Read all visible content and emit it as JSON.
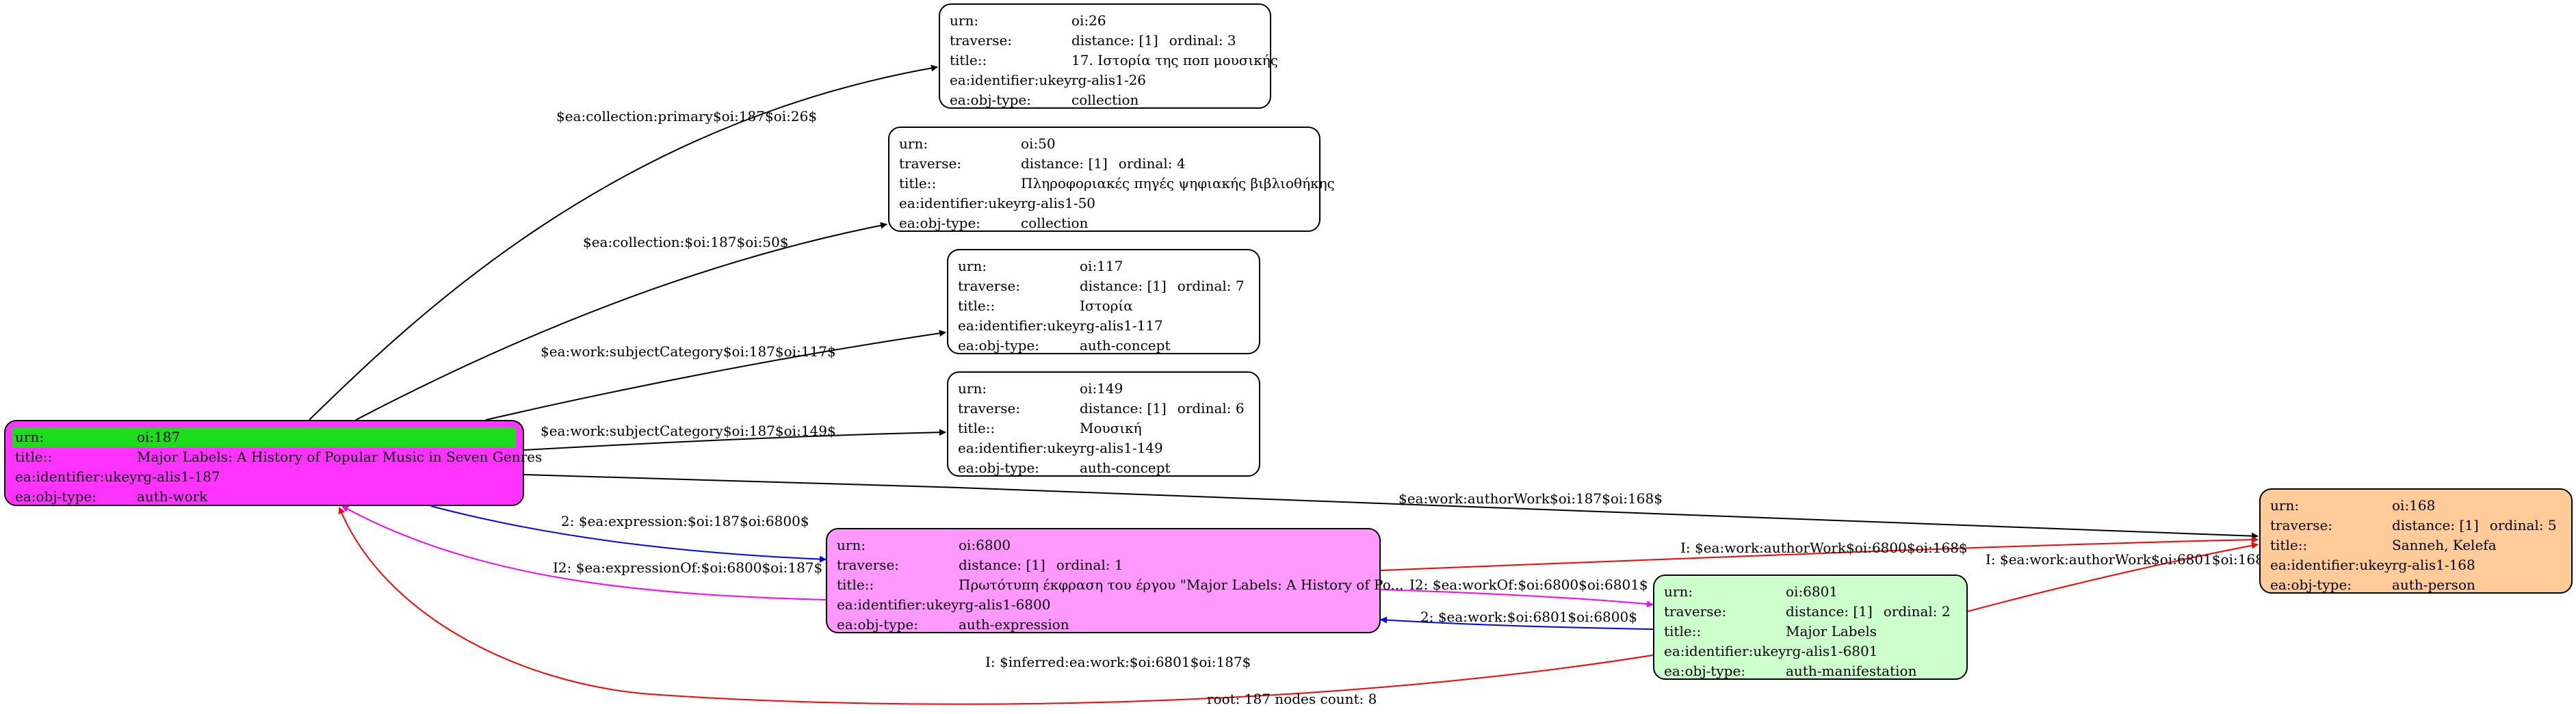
{
  "nodes": {
    "n26": {
      "urn": "oi:26",
      "distance": "distance: [1]",
      "ordinal": "ordinal: 3",
      "title": "17. Ιστορία της ποπ μουσικής",
      "ukey": "rg-alis1-26",
      "objtype": "collection"
    },
    "n50": {
      "urn": "oi:50",
      "distance": "distance: [1]",
      "ordinal": "ordinal: 4",
      "title": "Πληροφοριακές πηγές ψηφιακής βιβλιοθήκης",
      "ukey": "rg-alis1-50",
      "objtype": "collection"
    },
    "n117": {
      "urn": "oi:117",
      "distance": "distance: [1]",
      "ordinal": "ordinal: 7",
      "title": "Ιστορία",
      "ukey": "rg-alis1-117",
      "objtype": "auth-concept"
    },
    "n149": {
      "urn": "oi:149",
      "distance": "distance: [1]",
      "ordinal": "ordinal: 6",
      "title": "Μουσική",
      "ukey": "rg-alis1-149",
      "objtype": "auth-concept"
    },
    "n187": {
      "urn": "oi:187",
      "title": "Major Labels: A History of Popular Music in Seven Genres",
      "ukey": "rg-alis1-187",
      "objtype": "auth-work"
    },
    "n6800": {
      "urn": "oi:6800",
      "distance": "distance: [1]",
      "ordinal": "ordinal: 1",
      "title": "Πρωτότυπη έκφραση του έργου \"Major Labels: A History of Po...",
      "ukey": "rg-alis1-6800",
      "objtype": "auth-expression"
    },
    "n6801": {
      "urn": "oi:6801",
      "distance": "distance: [1]",
      "ordinal": "ordinal: 2",
      "title": "Major Labels",
      "ukey": "rg-alis1-6801",
      "objtype": "auth-manifestation"
    },
    "n168": {
      "urn": "oi:168",
      "distance": "distance: [1]",
      "ordinal": "ordinal: 5",
      "title": "Sanneh, Kelefa",
      "ukey": "rg-alis1-168",
      "objtype": "auth-person"
    }
  },
  "field_labels": {
    "urn": "urn:",
    "traverse": "traverse:",
    "title": "title::",
    "ukey": "ea:identifier:ukey",
    "objtype": "ea:obj-type:"
  },
  "edges": {
    "e26": "$ea:collection:primary$oi:187$oi:26$",
    "e50": "$ea:collection:$oi:187$oi:50$",
    "e117": "$ea:work:subjectCategory$oi:187$oi:117$",
    "e149": "$ea:work:subjectCategory$oi:187$oi:149$",
    "e168": "$ea:work:authorWork$oi:187$oi:168$",
    "e6800": "2: $ea:expression:$oi:187$oi:6800$",
    "e_exprof": "I2: $ea:expressionOf:$oi:6800$oi:187$",
    "e_aw6800": "I: $ea:work:authorWork$oi:6800$oi:168$",
    "e_workof": "I2: $ea:workOf:$oi:6800$oi:6801$",
    "e_work6801": "2: $ea:work:$oi:6801$oi:6800$",
    "e_aw6801": "I: $ea:work:authorWork$oi:6801$oi:168$",
    "e_inferred": "I: $inferred:ea:work:$oi:6801$oi:187$"
  },
  "colors": {
    "root_fill": "#ff33ff",
    "root_urn_row": "#1cdc1c",
    "expression_fill": "#ff99ff",
    "manifestation_fill": "#ccffcc",
    "person_fill": "#ffcc99",
    "edge_blue": "#0000ff",
    "edge_magenta": "#ff00ff",
    "edge_red": "#ff0000"
  },
  "footer": "root: 187 nodes count: 8"
}
